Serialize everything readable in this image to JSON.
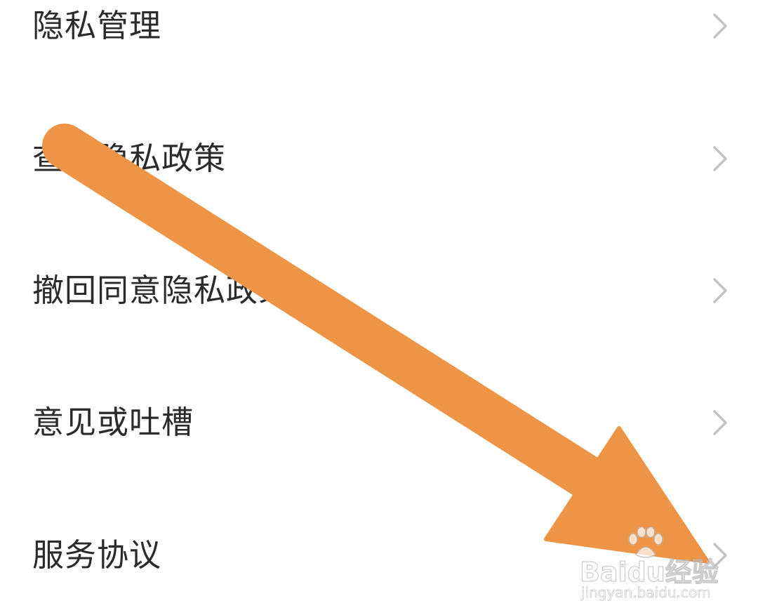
{
  "menu": {
    "items": [
      {
        "label": "隐私管理",
        "icon": "chevron-right-icon"
      },
      {
        "label": "查看隐私政策",
        "icon": "chevron-right-icon"
      },
      {
        "label": "撤回同意隐私政策",
        "icon": "chevron-right-icon"
      },
      {
        "label": "意见或吐槽",
        "icon": "chevron-right-icon"
      },
      {
        "label": "服务协议",
        "icon": "chevron-right-icon"
      }
    ]
  },
  "annotation": {
    "icon": "arrow-annotation-icon",
    "color": "#ee9446"
  },
  "watermark": {
    "brand": "Baidu经验",
    "url": "jingyan.baidu.com",
    "icon": "paw-icon"
  },
  "colors": {
    "text": "#2b2b2b",
    "chevron": "#c4c4c4",
    "background": "#ffffff"
  }
}
